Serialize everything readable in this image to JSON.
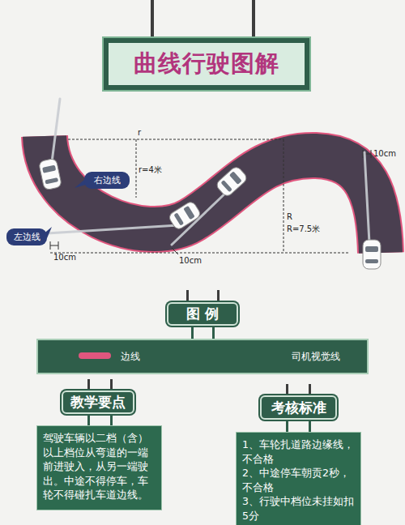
{
  "diagram": {
    "title": "曲线行驶图解",
    "nodes": [
      {
        "text": [
          "右边线"
        ]
      },
      {
        "text": [
          "左边线"
        ]
      },
      {
        "text": [
          "图 例"
        ]
      },
      {
        "text": [
          "教学要点"
        ]
      },
      {
        "text": [
          "驾驶车辆以二档（含）以上档位从弯道的一端前进驶入，从另一端驶出。中途不得停车，车轮不得碰扎车道边线。"
        ]
      },
      {
        "text": [
          "考核标准"
        ]
      },
      {
        "text": [
          "1、车轮扎道路边缘线，不合格",
          "2、中途停车朝贡2秒，不合格",
          "3、行驶中档位未挂如扣5分"
        ]
      }
    ],
    "labels": [
      "r",
      "r=4米",
      "R",
      "R=7.5米",
      "10cm",
      "10cm",
      "10cm"
    ],
    "legend": [
      {
        "text": "边线",
        "color": "#e0567e"
      },
      {
        "text": "司机视觉线"
      }
    ]
  }
}
